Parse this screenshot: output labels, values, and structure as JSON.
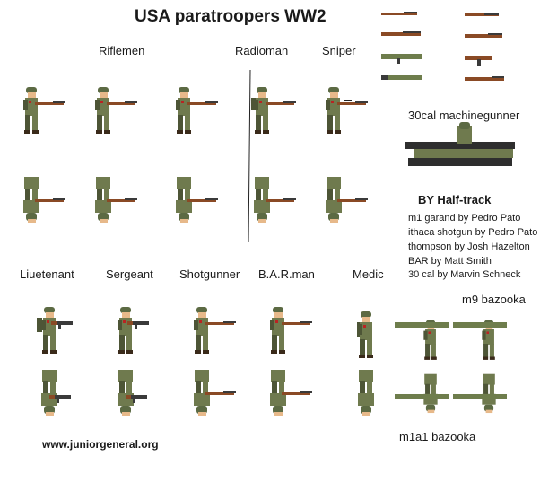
{
  "title": "USA paratroopers WW2",
  "labels": {
    "riflemen": "Riflemen",
    "radioman": "Radioman",
    "sniper": "Sniper",
    "mg": "30cal machinegunner",
    "halftrack": "BY Half-track",
    "liuetenant": "Liuetenant",
    "sergeant": "Sergeant",
    "shotgunner": "Shotgunner",
    "bar": "B.A.R.man",
    "medic": "Medic",
    "m9": "m9 bazooka",
    "m1a1": "m1a1 bazooka"
  },
  "credits": [
    "m1 garand by Pedro Pato",
    "ithaca shotgun by Pedro Pato",
    "thompson by Josh Hazelton",
    "BAR by Matt Smith",
    "30 cal by Marvin Schneck"
  ],
  "website": "www.juniorgeneral.org",
  "colors": {
    "uniform": "#6f7a4e",
    "uniform_dark": "#4d5536",
    "helmet": "#5c6a43",
    "skin": "#e7b98a",
    "wood": "#8a4a25",
    "metal": "#3a3a3a",
    "bazooka": "#6e7d4c"
  }
}
